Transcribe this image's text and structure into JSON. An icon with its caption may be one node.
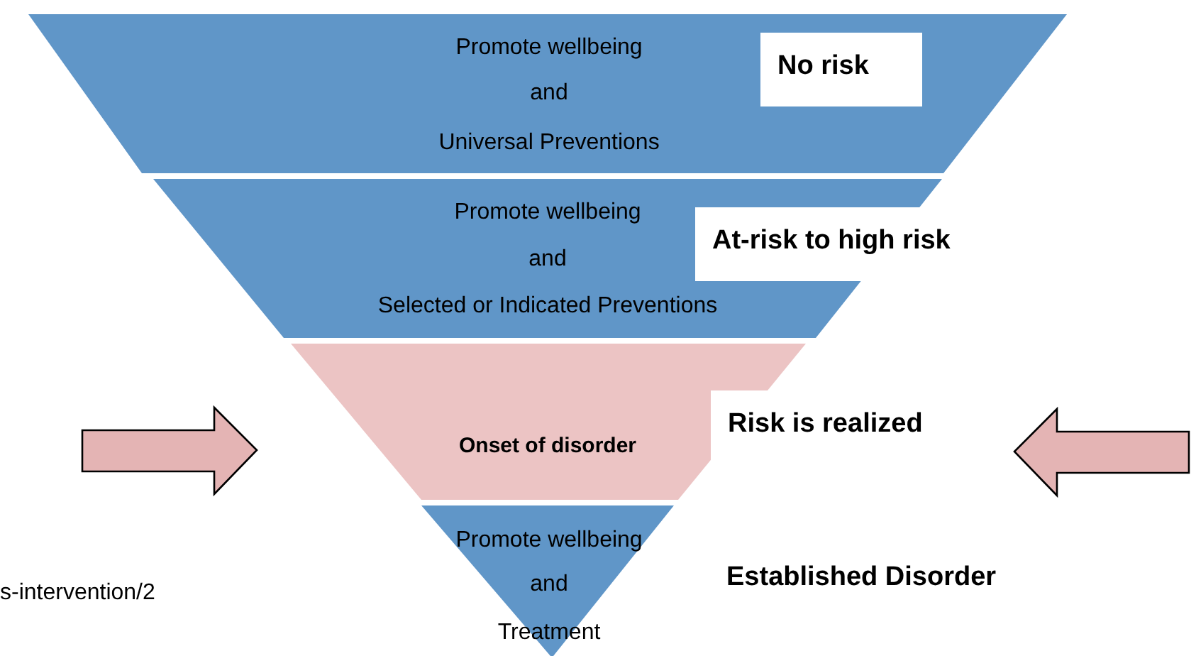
{
  "diagram": {
    "nodes": [
      {
        "text": [
          "Promote wellbeing",
          "and",
          "Universal Preventions"
        ]
      },
      {
        "text": [
          "No risk"
        ],
        "in": 0
      },
      {
        "text": [
          "Promote wellbeing",
          "and",
          "Selected or Indicated Preventions"
        ]
      },
      {
        "text": [
          "At-risk to high risk"
        ]
      },
      {
        "text": [
          "Onset of disorder"
        ]
      },
      {
        "text": [
          "Risk is realized"
        ]
      },
      {
        "text": [
          "Promote wellbeing",
          "and",
          "Treatment"
        ]
      }
    ],
    "edges": [],
    "labels": [
      "Established Disorder",
      "s-intervention/2"
    ]
  }
}
